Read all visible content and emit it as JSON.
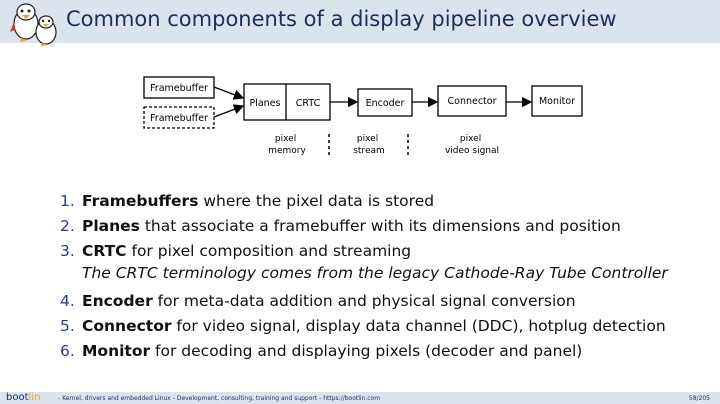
{
  "slide": {
    "title": "Common components of a display pipeline overview"
  },
  "diagram": {
    "framebuffer_1": "Framebuffer",
    "framebuffer_2": "Framebuffer",
    "planes": "Planes",
    "crtc": "CRTC",
    "encoder": "Encoder",
    "connector": "Connector",
    "monitor": "Monitor",
    "label_memory": [
      "pixel",
      "memory"
    ],
    "label_stream": [
      "pixel",
      "stream"
    ],
    "label_signal": [
      "pixel",
      "video signal"
    ]
  },
  "list": [
    {
      "num": "1.",
      "term": "Framebuffers",
      "text": " where the pixel data is stored"
    },
    {
      "num": "2.",
      "term": "Planes",
      "text": " that associate a framebuffer with its dimensions and position"
    },
    {
      "num": "3.",
      "term": "CRTC",
      "text": " for pixel composition and streaming",
      "sub": "The CRTC terminology comes from the legacy Cathode-Ray Tube Controller"
    },
    {
      "num": "4.",
      "term": "Encoder",
      "text": " for meta-data addition and physical signal conversion"
    },
    {
      "num": "5.",
      "term": "Connector",
      "text": " for video signal, display data channel (DDC), hotplug detection"
    },
    {
      "num": "6.",
      "term": "Monitor",
      "text": " for decoding and displaying pixels (decoder and panel)"
    }
  ],
  "footer": {
    "brand_a": "boot",
    "brand_b": "lin",
    "text": "- Kernel, drivers and embedded Linux - Development, consulting, training and support - https://bootlin.com",
    "page": "58/205"
  }
}
